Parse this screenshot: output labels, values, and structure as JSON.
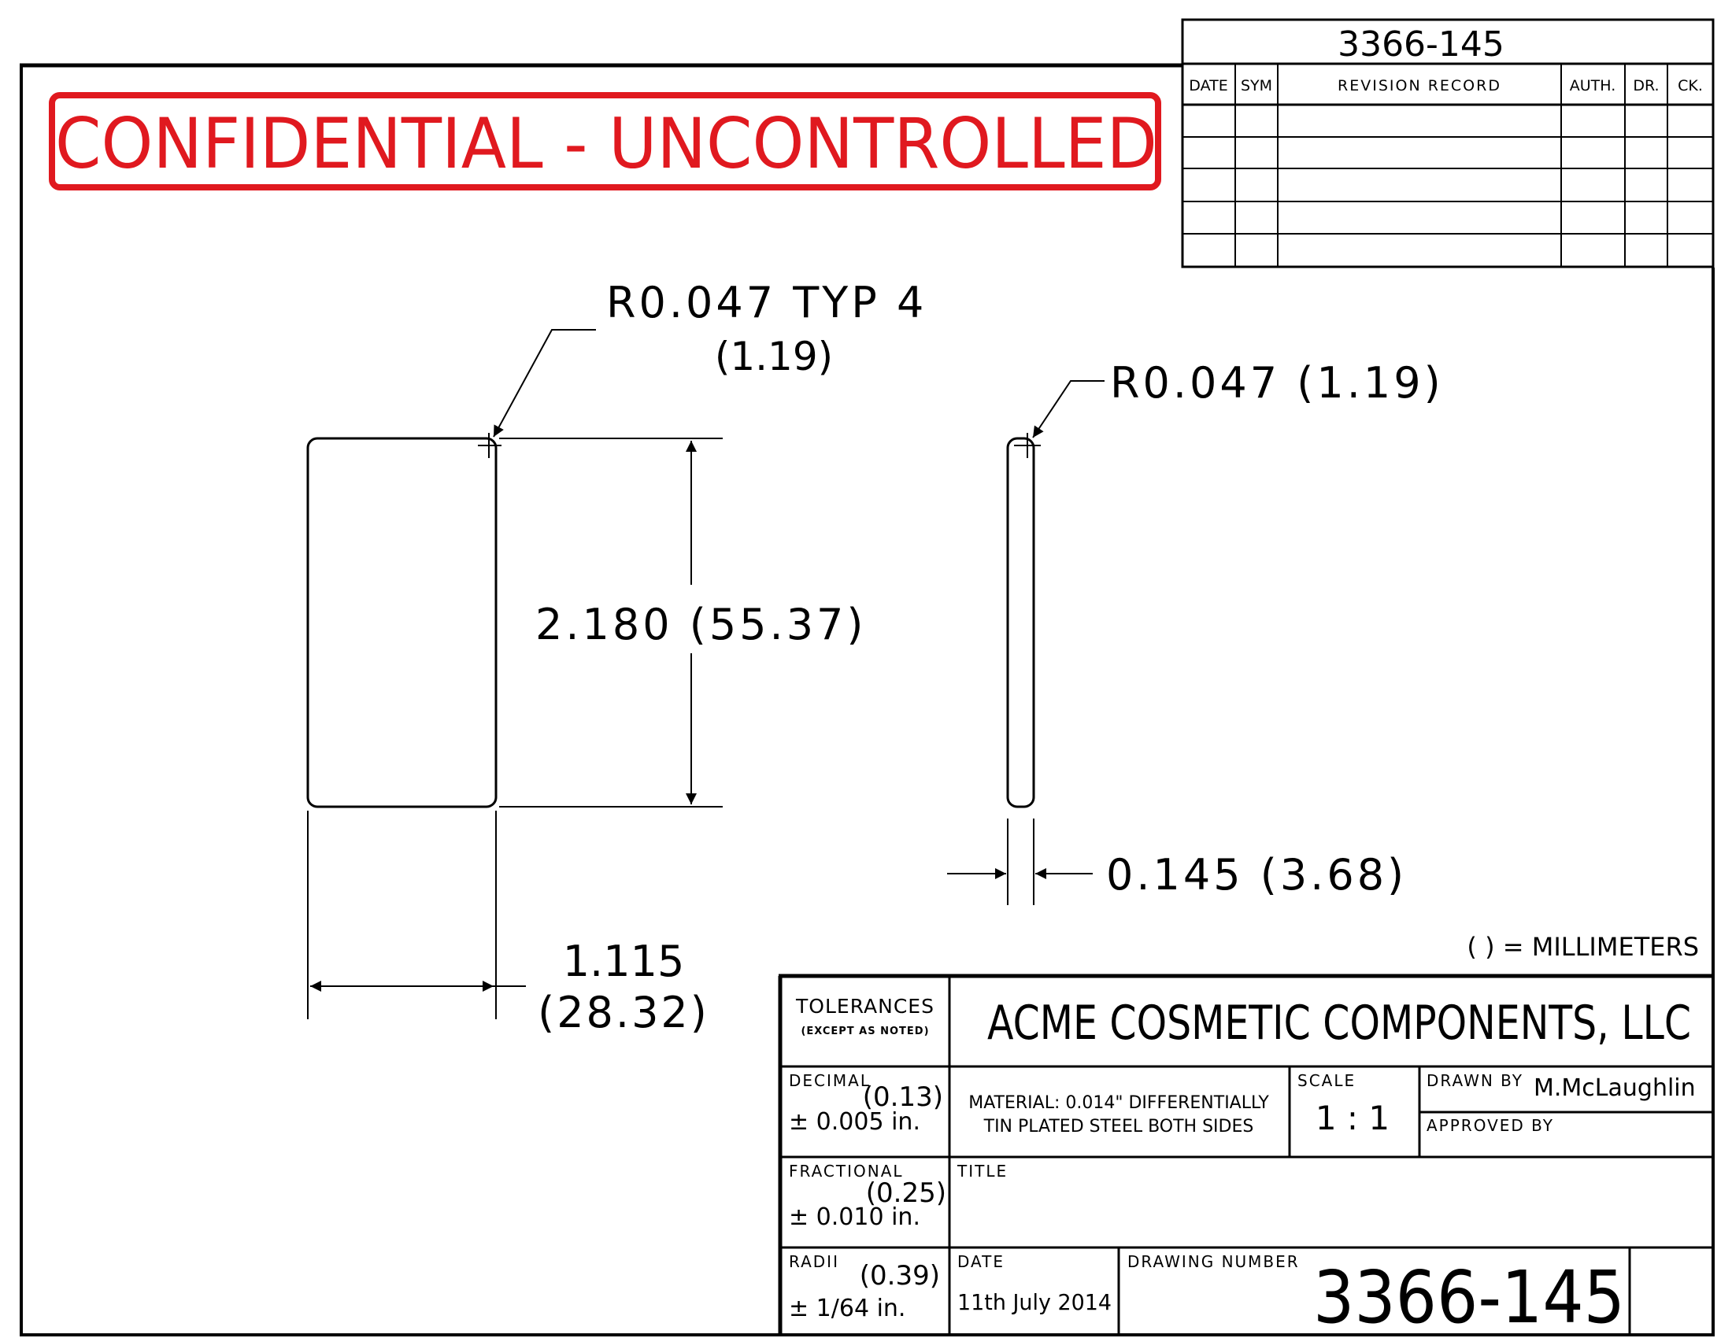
{
  "header_drawing_number": "3366-145",
  "revision_table": {
    "headers": [
      "DATE",
      "SYM",
      "REVISION RECORD",
      "AUTH.",
      "DR.",
      "CK."
    ],
    "rows": [
      [
        "",
        "",
        "",
        "",
        "",
        ""
      ],
      [
        "",
        "",
        "",
        "",
        "",
        ""
      ],
      [
        "",
        "",
        "",
        "",
        "",
        ""
      ],
      [
        "",
        "",
        "",
        "",
        "",
        ""
      ]
    ]
  },
  "stamp": {
    "text": "CONFIDENTIAL - UNCONTROLLED",
    "color": "#e0191f"
  },
  "dimensions": {
    "corner_radius_typ": "R0.047 TYP 4",
    "corner_radius_typ_mm": "(1.19)",
    "height": "2.180 (55.37)",
    "width": "1.115",
    "width_mm": "(28.32)",
    "side_radius": "R0.047 (1.19)",
    "thickness": "0.145 (3.68)"
  },
  "units_note": "( ) = MILLIMETERS",
  "title_block": {
    "tolerances_label": "TOLERANCES",
    "except_note": "(EXCEPT AS NOTED)",
    "company": "ACME COSMETIC COMPONENTS, LLC",
    "decimal_label": "DECIMAL",
    "decimal_mm": "(0.13)",
    "decimal_value": "± 0.005 in.",
    "material_line1": "MATERIAL: 0.014\" DIFFERENTIALLY",
    "material_line2": "TIN PLATED STEEL BOTH SIDES",
    "scale_label": "SCALE",
    "scale_value": "1 : 1",
    "drawn_by_label": "DRAWN BY",
    "drawn_by_value": "M.McLaughlin",
    "approved_by_label": "APPROVED BY",
    "fractional_label": "FRACTIONAL",
    "fractional_mm": "(0.25)",
    "fractional_value": "± 0.010 in.",
    "title_label": "TITLE",
    "radii_label": "RADII",
    "radii_mm": "(0.39)",
    "radii_value": "± 1/64 in.",
    "date_label": "DATE",
    "date_value": "11th July 2014",
    "drawing_number_label": "DRAWING NUMBER",
    "drawing_number": "3366-145"
  }
}
